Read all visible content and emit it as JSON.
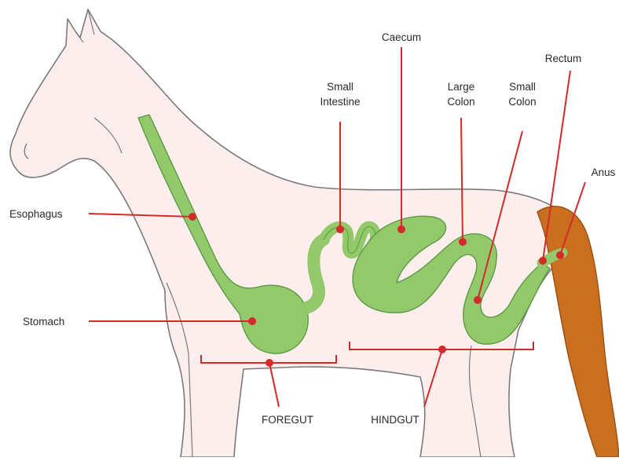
{
  "labels": {
    "caecum": "Caecum",
    "small_intestine_1": "Small",
    "small_intestine_2": "Intestine",
    "large_colon_1": "Large",
    "large_colon_2": "Colon",
    "small_colon_1": "Small",
    "small_colon_2": "Colon",
    "rectum": "Rectum",
    "anus": "Anus",
    "esophagus": "Esophagus",
    "stomach": "Stomach",
    "foregut": "FOREGUT",
    "hindgut": "HINDGUT"
  },
  "colors": {
    "body_fill": "#fdeeee",
    "outline": "#7a7a7a",
    "gut_fill": "#93c86b",
    "gut_stroke": "#5d9a45",
    "tail_fill": "#c96f1f",
    "tail_stroke": "#9a4f12",
    "leader": "#d42a2a"
  }
}
